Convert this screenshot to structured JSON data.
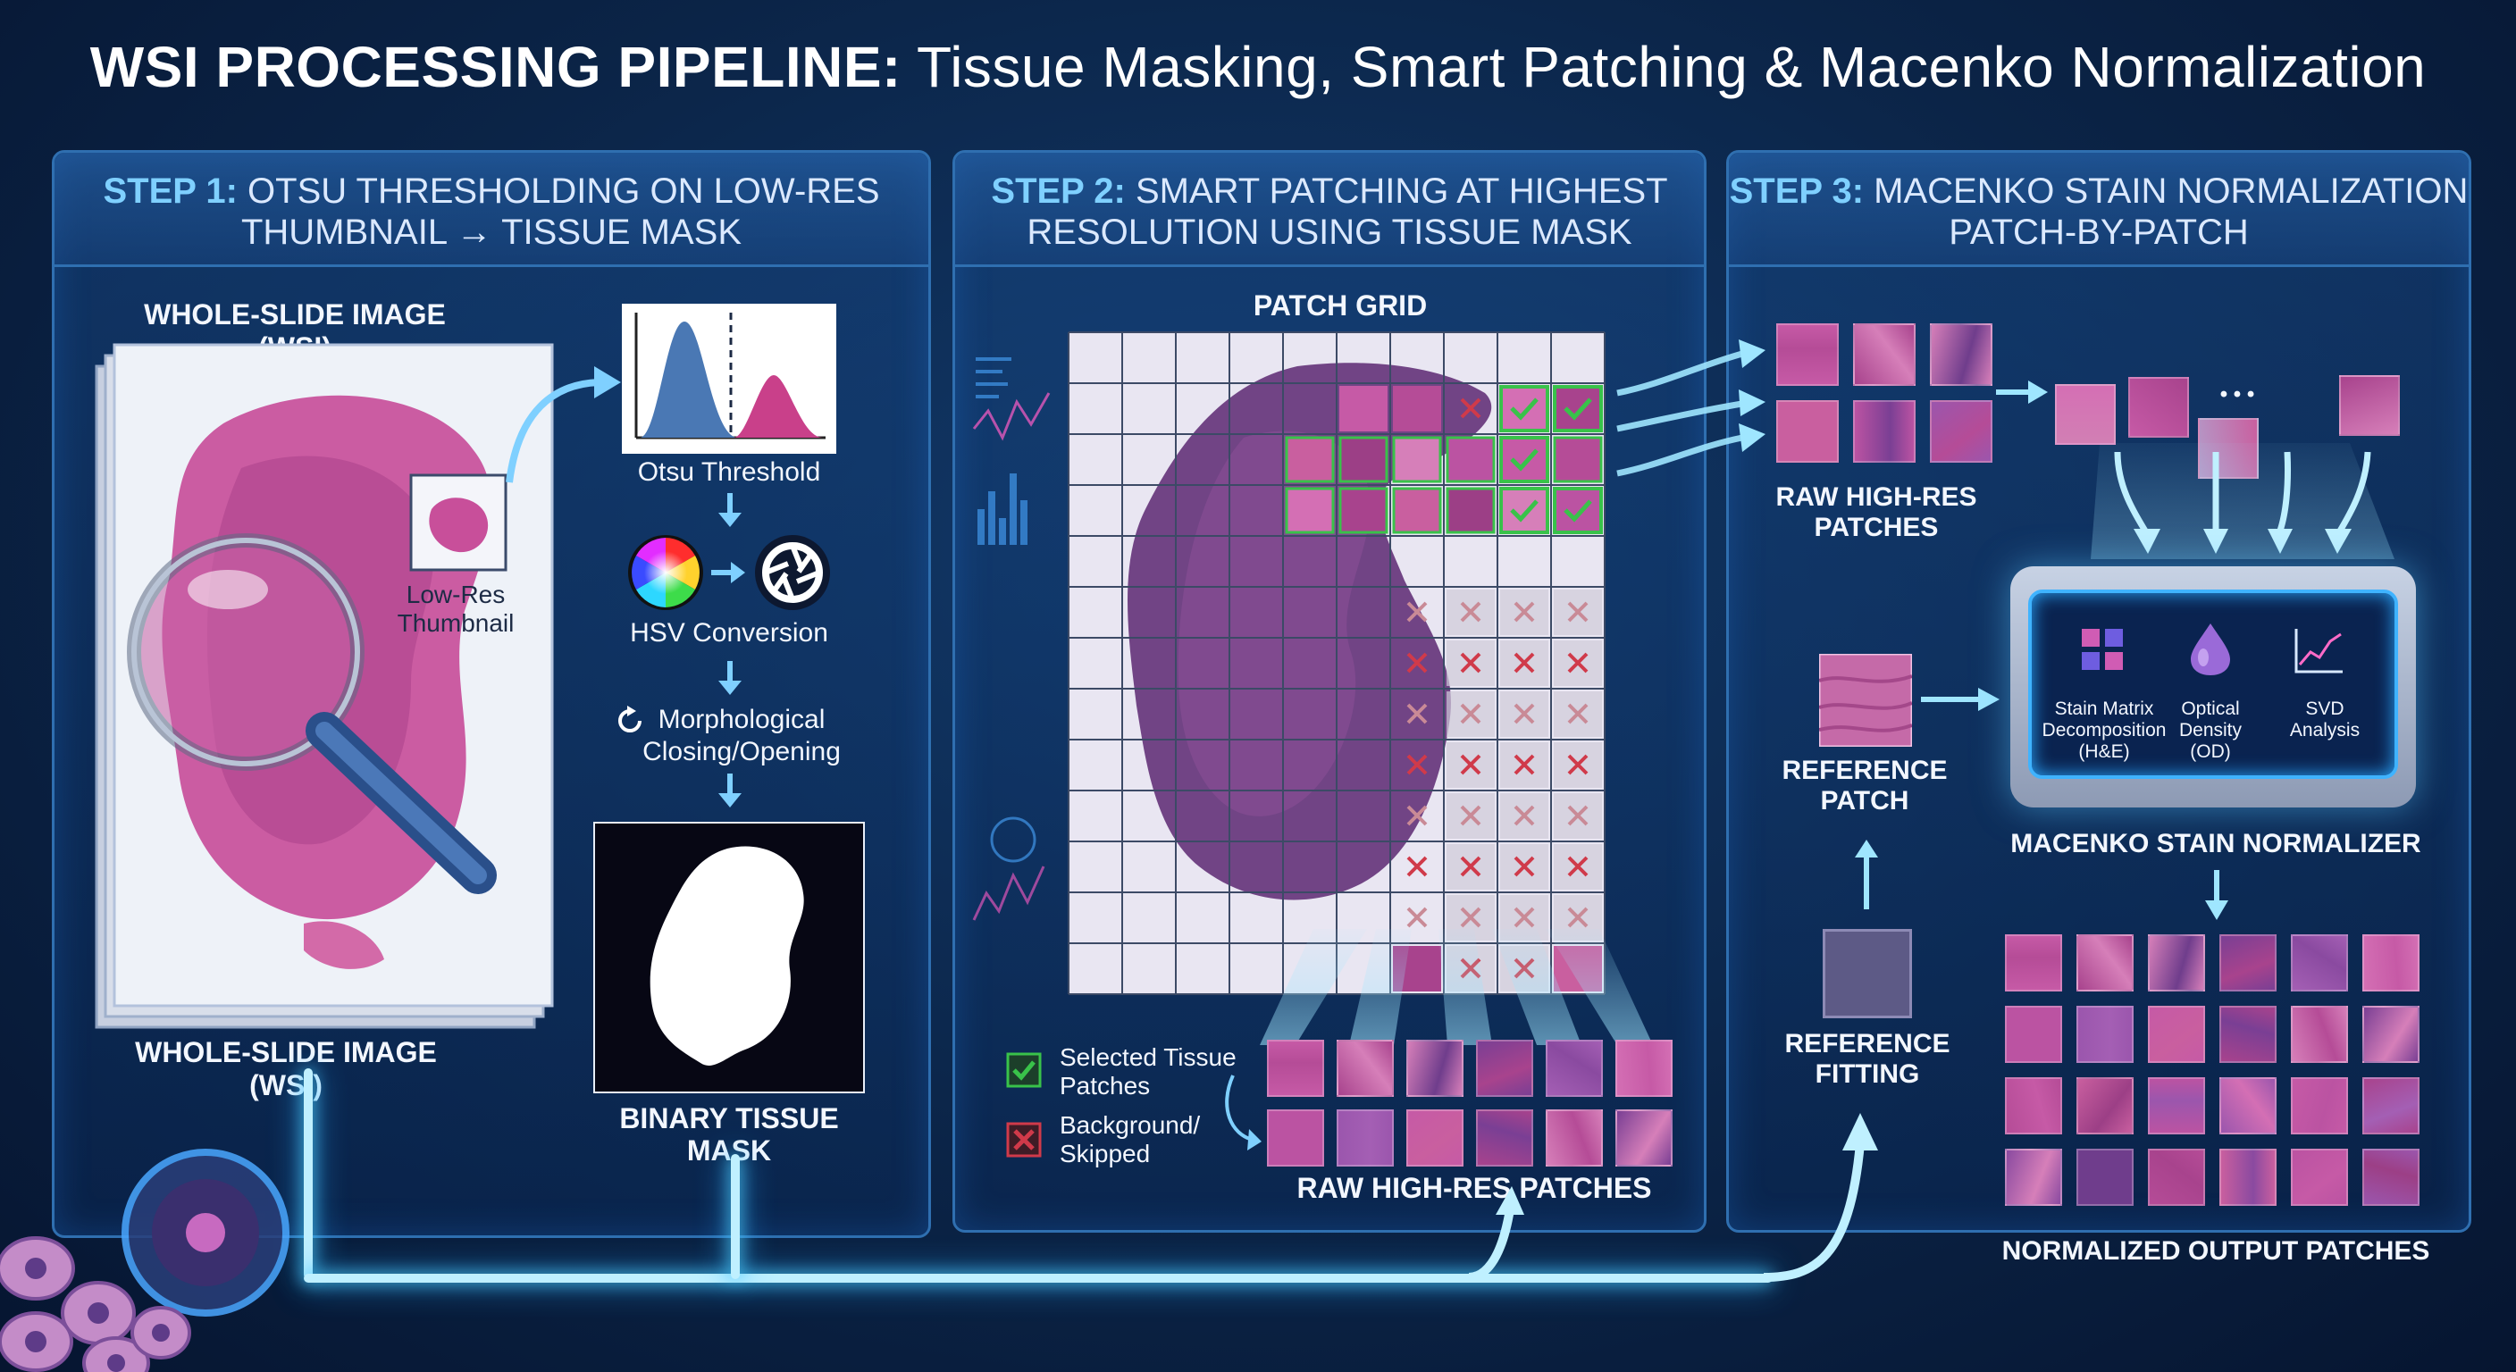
{
  "title": {
    "bold": "WSI PROCESSING PIPELINE:",
    "rest": " Tissue Masking, Smart Patching & Macenko Normalization"
  },
  "step1": {
    "step": "STEP 1:",
    "head_line1": " OTSU THRESHOLDING ON LOW-RES",
    "head_line2": "THUMBNAIL → TISSUE MASK",
    "wsi_top": "WHOLE-SLIDE IMAGE (WSI)",
    "wsi_bottom": "WHOLE-SLIDE IMAGE (WSI)",
    "thumb_line1": "Low-Res",
    "thumb_line2": "Thumbnail",
    "otsu": "Otsu Threshold",
    "hsv": "HSV Conversion",
    "morph_line1": "Morphological",
    "morph_line2": "Closing/Opening",
    "mask_line1": "BINARY TISSUE",
    "mask_line2": "MASK"
  },
  "step2": {
    "step": "STEP 2:",
    "head_line1": " SMART PATCHING AT HIGHEST",
    "head_line2": "RESOLUTION USING TISSUE MASK",
    "grid": "PATCH GRID",
    "legend_selected_1": "Selected Tissue",
    "legend_selected_2": "Patches",
    "legend_bg_1": "Background/",
    "legend_bg_2": "Skipped",
    "raw": "RAW HIGH-RES PATCHES"
  },
  "step3": {
    "step": "STEP 3:",
    "head_line1": " MACENKO STAIN NORMALIZATION",
    "head_line2": "PATCH-BY-PATCH",
    "raw_line1": "RAW HIGH-RES",
    "raw_line2": "PATCHES",
    "ellipsis": "• • •",
    "ref_line1": "REFERENCE",
    "ref_line2": "PATCH",
    "fit_line1": "REFERENCE",
    "fit_line2": "FITTING",
    "stain_1": "Stain Matrix",
    "stain_2": "Decomposition",
    "stain_3": "(H&E)",
    "od_1": "Optical",
    "od_2": "Density",
    "od_3": "(OD)",
    "svd_1": "SVD",
    "svd_2": "Analysis",
    "normalizer": "MACENKO STAIN NORMALIZER",
    "output": "NORMALIZED OUTPUT PATCHES"
  },
  "colors": {
    "accent": "#7fd0ff",
    "tissue": "#c84f9a",
    "select_green": "#39c24a",
    "skip_red": "#d03a4a"
  }
}
